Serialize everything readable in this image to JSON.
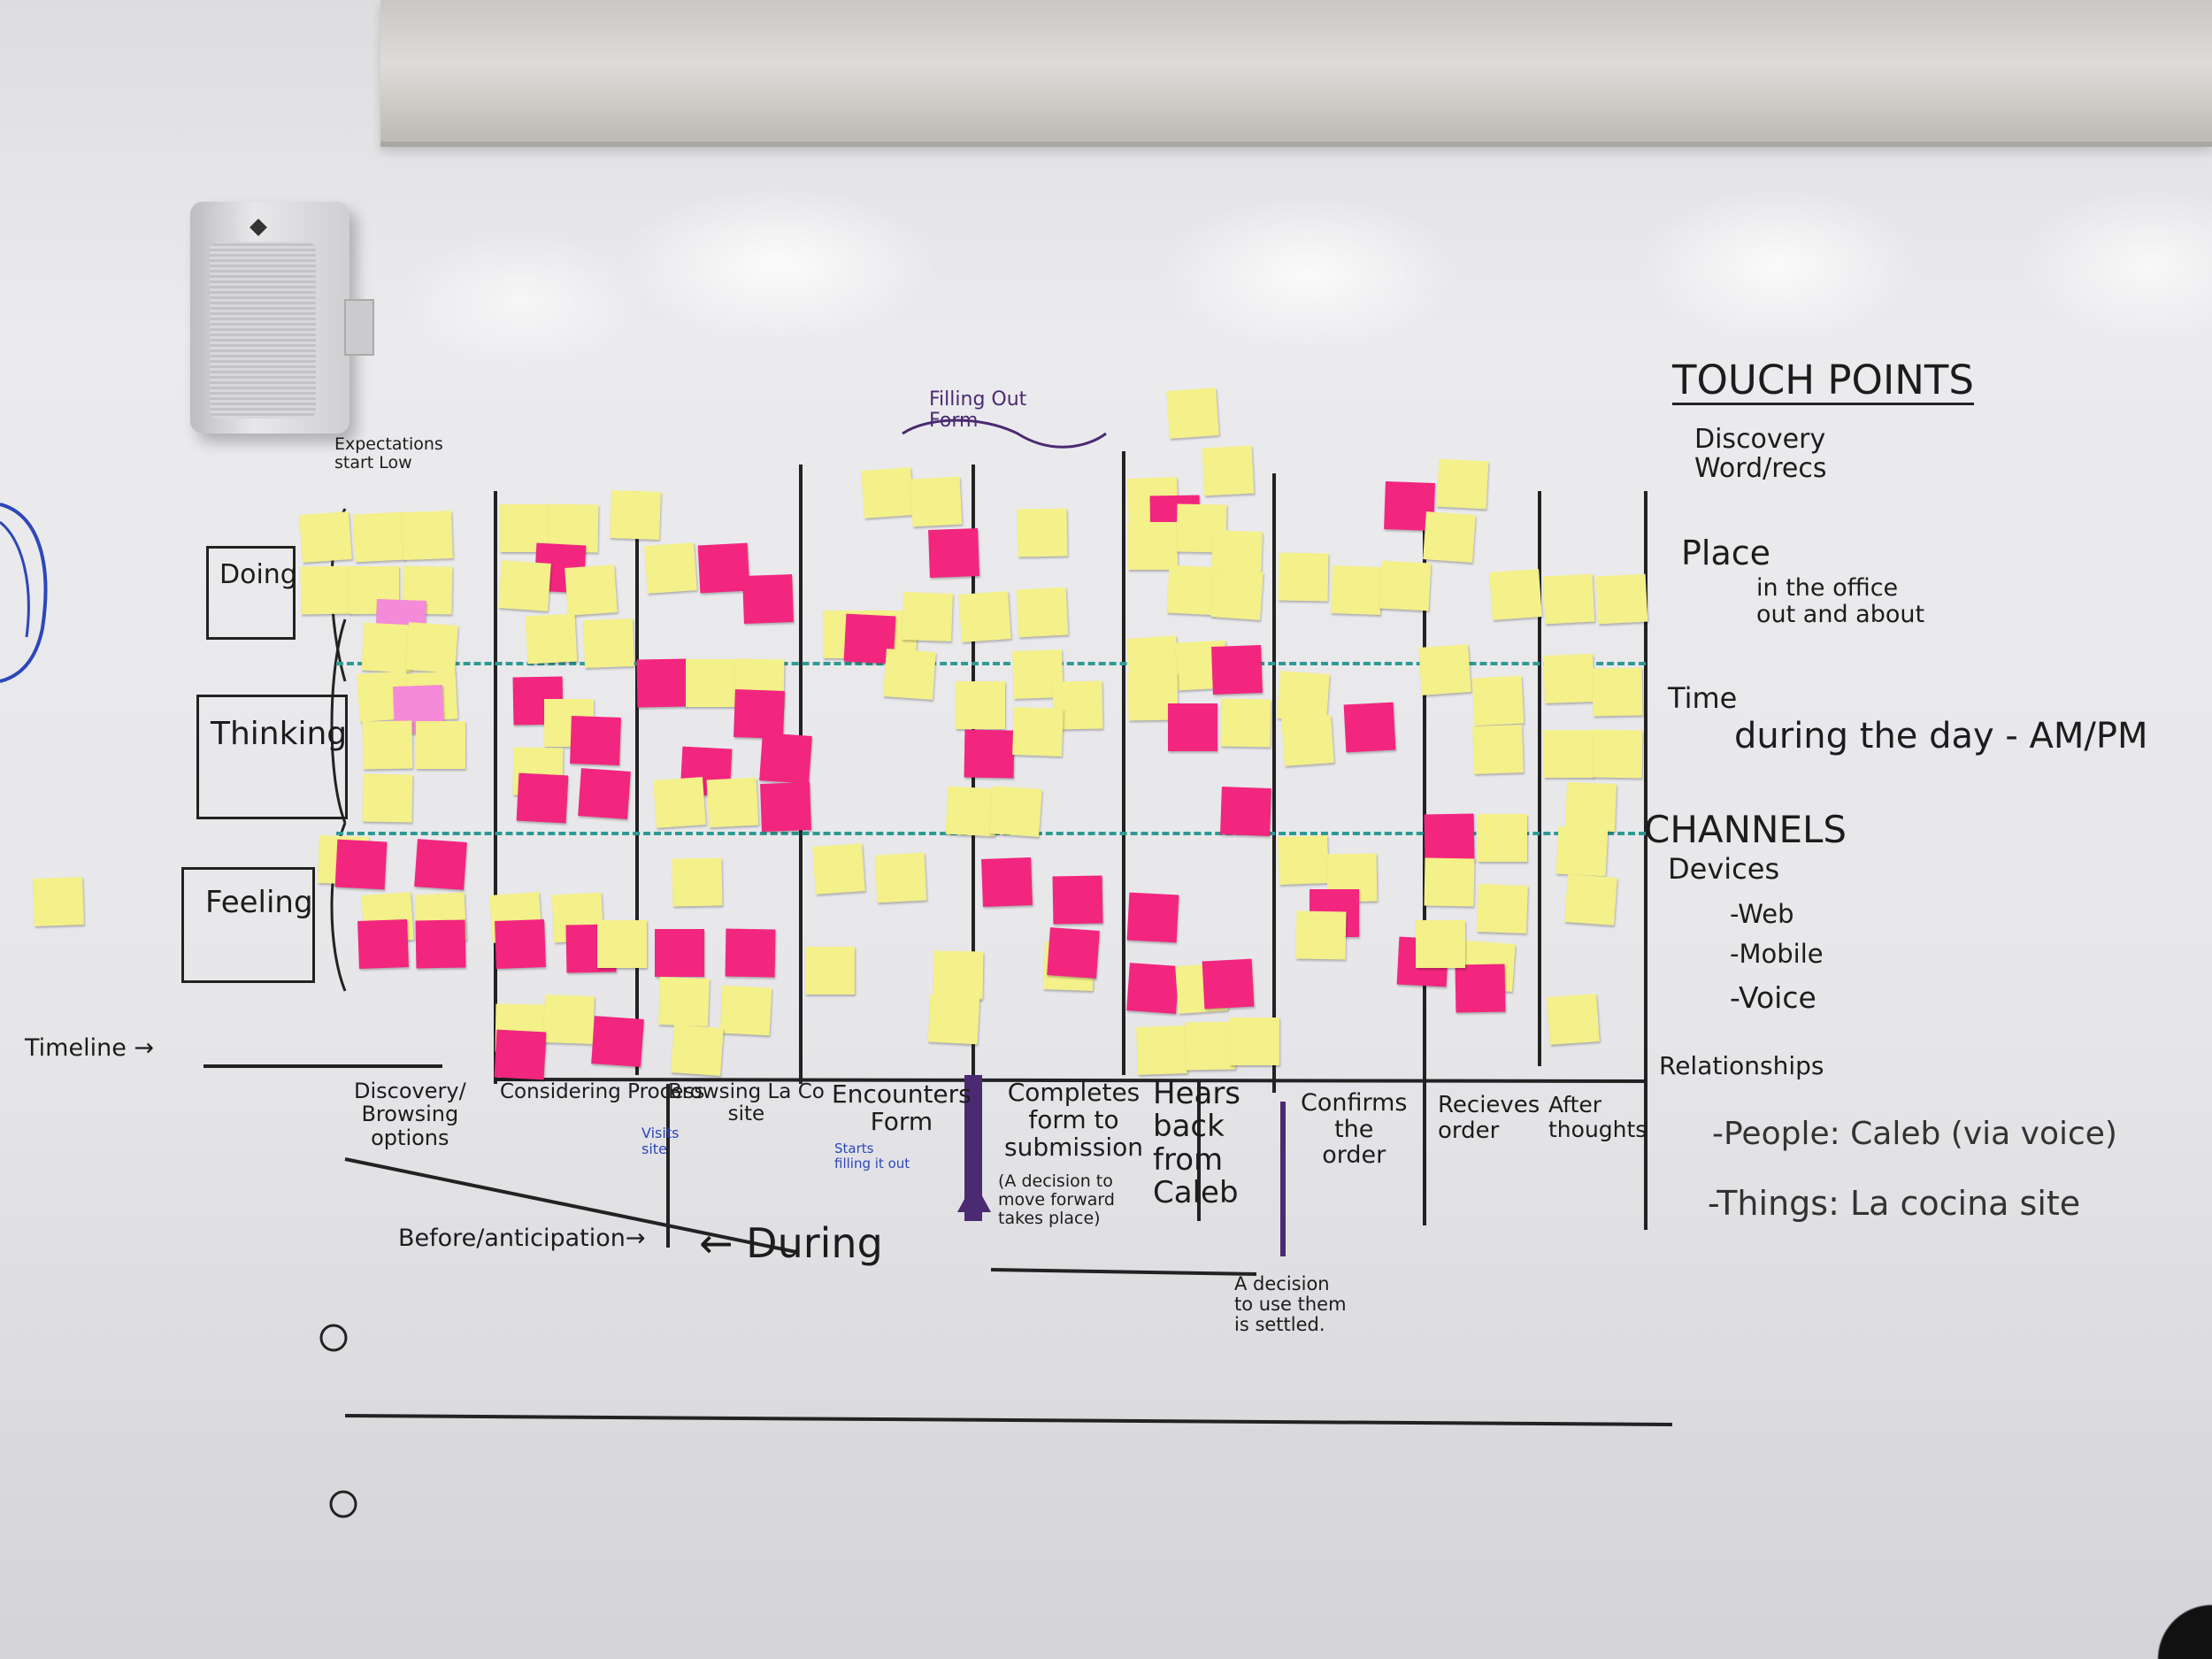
{
  "touch_points": {
    "title": "TOUCH POINTS",
    "discovery": "Discovery\n  Word/recs",
    "place": "Place",
    "place_items": "in the office\nout and about",
    "time": "Time",
    "time_value": "during the day - AM/PM"
  },
  "channels": {
    "title": "CHANNELS",
    "devices": "Devices",
    "device_items": [
      "-Web",
      "-Mobile",
      "-Voice"
    ]
  },
  "relationships": {
    "title": "Relationships",
    "people": "-People: Caleb (via voice)",
    "things": "-Things: La cocina site"
  },
  "rows": {
    "expectations": "Expectations\nstart Low",
    "doing": "Doing",
    "thinking": "Thinking",
    "feeling": "Feeling",
    "timeline": "Timeline →"
  },
  "stages": [
    "Discovery/\nBrowsing\noptions",
    "Considering Process",
    "Browsing La Co\nsite",
    "Encounters\nForm",
    "Completes\nform to\nsubmission",
    "Hears\nback\nfrom\nCaleb",
    "Confirms\nthe\norder",
    "Recieves\norder",
    "After\nthoughts"
  ],
  "annotations": {
    "filling_out_form": "Filling Out\nForm",
    "visits_site": "Visits\nsite",
    "starts_filling": "Starts\nfilling it out",
    "decision_forward": "(A decision to\nmove forward\ntakes place)",
    "before": "Before/anticipation→",
    "during": "← During",
    "decision_settled": "A decision\nto use them\nis settled."
  },
  "colors": {
    "yellow_note": "#f4f08a",
    "pink_note": "#f2267e",
    "lilac_note": "#f48ad8",
    "marker": "#1c1c1c",
    "teal_dash": "#2f9a93",
    "purple_marker": "#4b2a72",
    "blue_marker": "#2d46b8"
  }
}
